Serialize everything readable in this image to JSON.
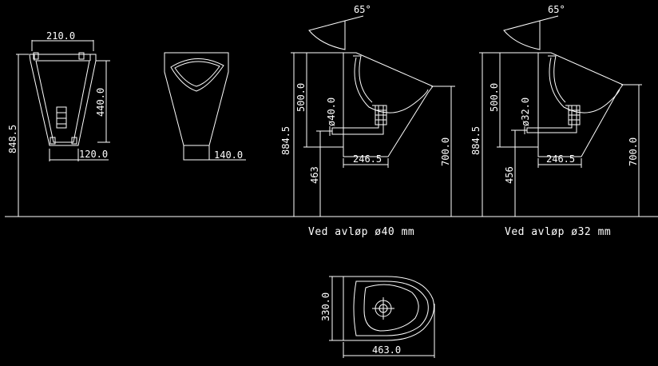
{
  "colors": {
    "background": "#000000",
    "lines": "#ffffff"
  },
  "front_view": {
    "width_top": "210.0",
    "width_bottom": "120.0",
    "height_inner": "440.0",
    "height_total": "848.5"
  },
  "rear_view": {
    "width_bottom": "140.0"
  },
  "side_view_40": {
    "angle": "65°",
    "total_height": "884.5",
    "upper_height": "500.0",
    "pipe_diameter": "ø40.0",
    "outlet_height": "463",
    "depth": "246.5",
    "mount_height": "700.0",
    "caption": "Ved avløp ø40 mm"
  },
  "side_view_32": {
    "angle": "65°",
    "total_height": "884.5",
    "upper_height": "500.0",
    "pipe_diameter": "ø32.0",
    "outlet_height": "456",
    "depth": "246.5",
    "mount_height": "700.0",
    "caption": "Ved avløp ø32 mm"
  },
  "top_view": {
    "depth": "330.0",
    "width": "463.0"
  }
}
